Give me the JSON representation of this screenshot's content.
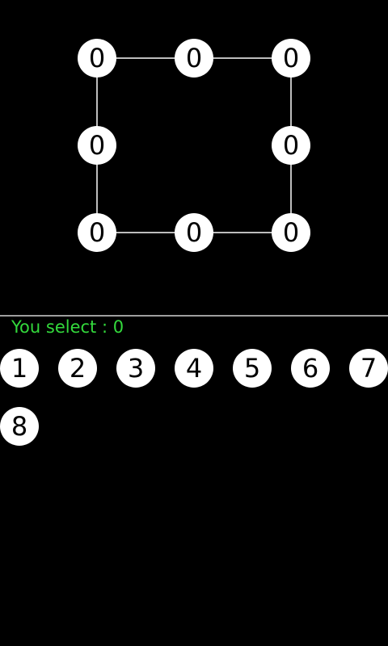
{
  "board": {
    "nodes": [
      {
        "id": "top-left",
        "value": "0"
      },
      {
        "id": "top-middle",
        "value": "0"
      },
      {
        "id": "top-right",
        "value": "0"
      },
      {
        "id": "middle-left",
        "value": "0"
      },
      {
        "id": "middle-right",
        "value": "0"
      },
      {
        "id": "bottom-left",
        "value": "0"
      },
      {
        "id": "bottom-middle",
        "value": "0"
      },
      {
        "id": "bottom-right",
        "value": "0"
      }
    ]
  },
  "status": {
    "text": "You select : 0"
  },
  "choices": [
    "1",
    "2",
    "3",
    "4",
    "5",
    "6",
    "7",
    "8"
  ],
  "colors": {
    "background": "#000000",
    "circle": "#ffffff",
    "line": "#bdbdbd",
    "status_text": "#33d93c"
  }
}
